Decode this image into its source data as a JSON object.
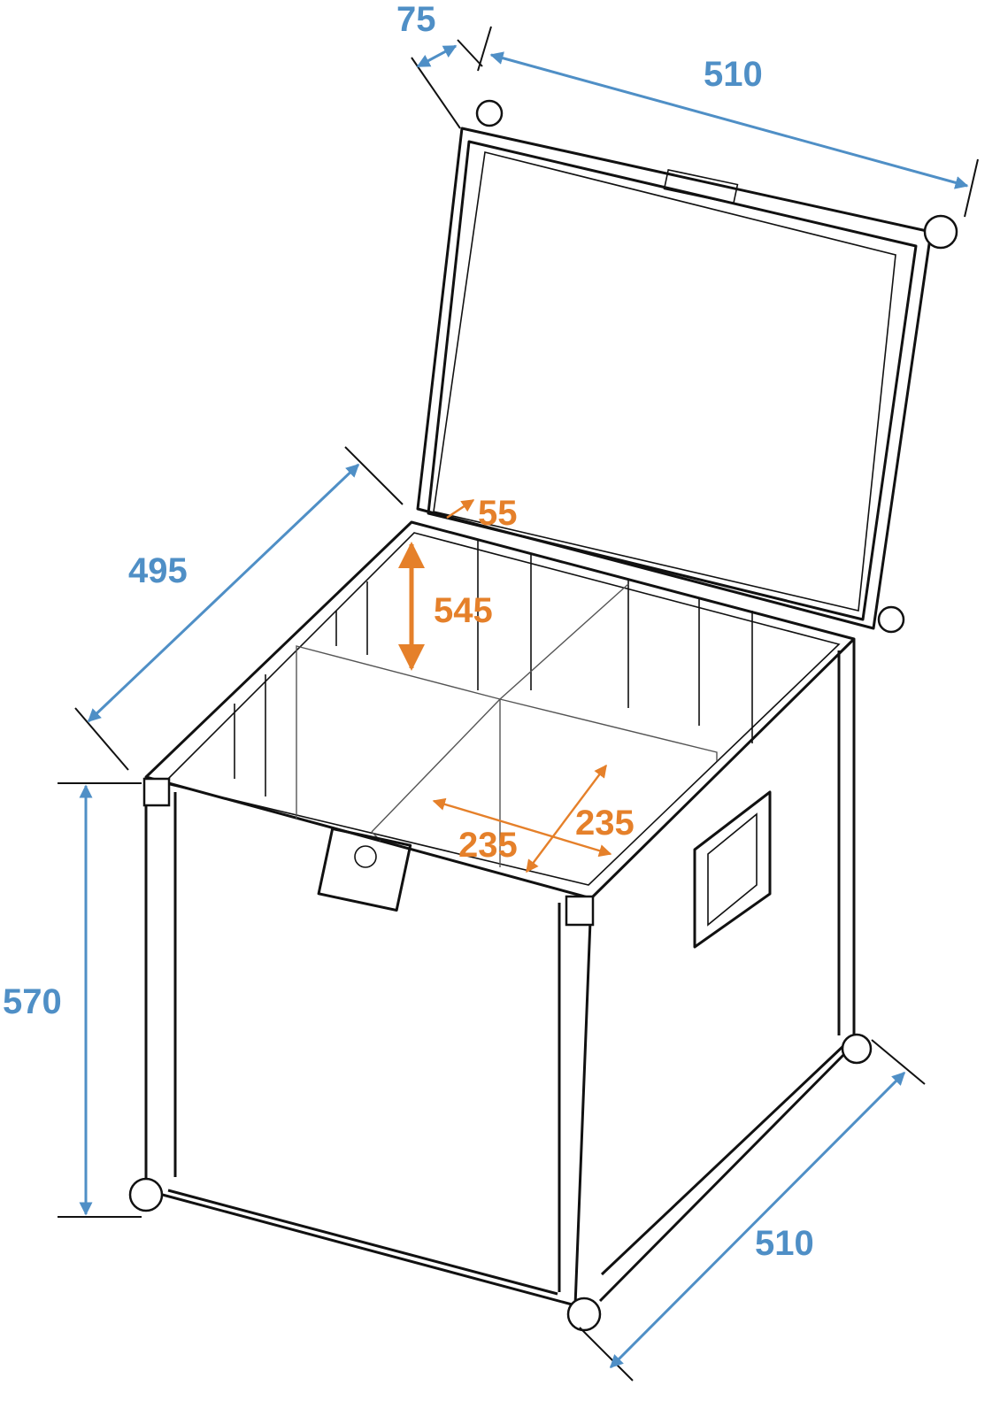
{
  "title": "Flight case with dividers dimension drawing",
  "colors": {
    "outer_dims": "#4f8fc6",
    "inner_dims": "#e5802a",
    "lines": "#111111"
  },
  "dimensions": {
    "lid_depth": "75",
    "width_top": "510",
    "depth": "495",
    "lid_offset": "55",
    "inner_height": "545",
    "compartment_depth": "235",
    "compartment_width": "235",
    "height": "570",
    "width_bottom": "510"
  }
}
